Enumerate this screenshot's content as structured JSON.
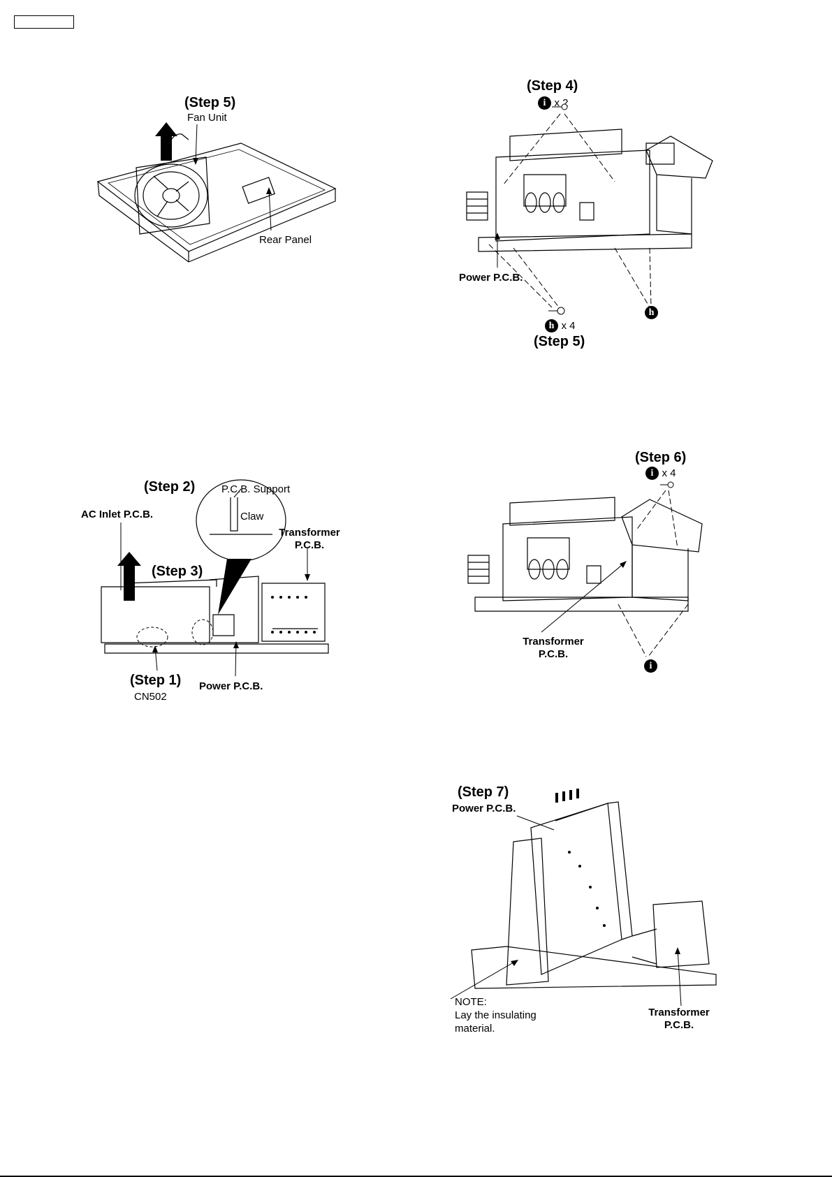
{
  "fig_fan": {
    "step": "(Step 5)",
    "fan_unit": "Fan Unit",
    "rear_panel": "Rear Panel"
  },
  "fig_power_top": {
    "step_top": "(Step 4)",
    "screw_top_mark": "i",
    "screw_top_count": "x 2",
    "power_pcb": "Power P.C.B.",
    "screw_bottom_mark": "h",
    "screw_bottom_count": "x 4",
    "step_bottom": "(Step 5)",
    "callout_mark": "h"
  },
  "fig_ac_inlet": {
    "step2": "(Step 2)",
    "pcb_support": "P.C.B. Support",
    "claw": "Claw",
    "ac_inlet": "AC Inlet P.C.B.",
    "transformer_1": "Transformer",
    "transformer_2": "P.C.B.",
    "step3": "(Step 3)",
    "step1": "(Step 1)",
    "cn502": "CN502",
    "power_pcb": "Power P.C.B."
  },
  "fig_transformer": {
    "step": "(Step 6)",
    "screw_mark": "i",
    "screw_count": "x 4",
    "transformer_1": "Transformer",
    "transformer_2": "P.C.B.",
    "callout_mark": "i"
  },
  "fig_step7": {
    "step": "(Step 7)",
    "power_pcb": "Power P.C.B.",
    "note_1": "NOTE:",
    "note_2": "Lay the insulating",
    "note_3": "material.",
    "transformer_1": "Transformer",
    "transformer_2": "P.C.B."
  }
}
